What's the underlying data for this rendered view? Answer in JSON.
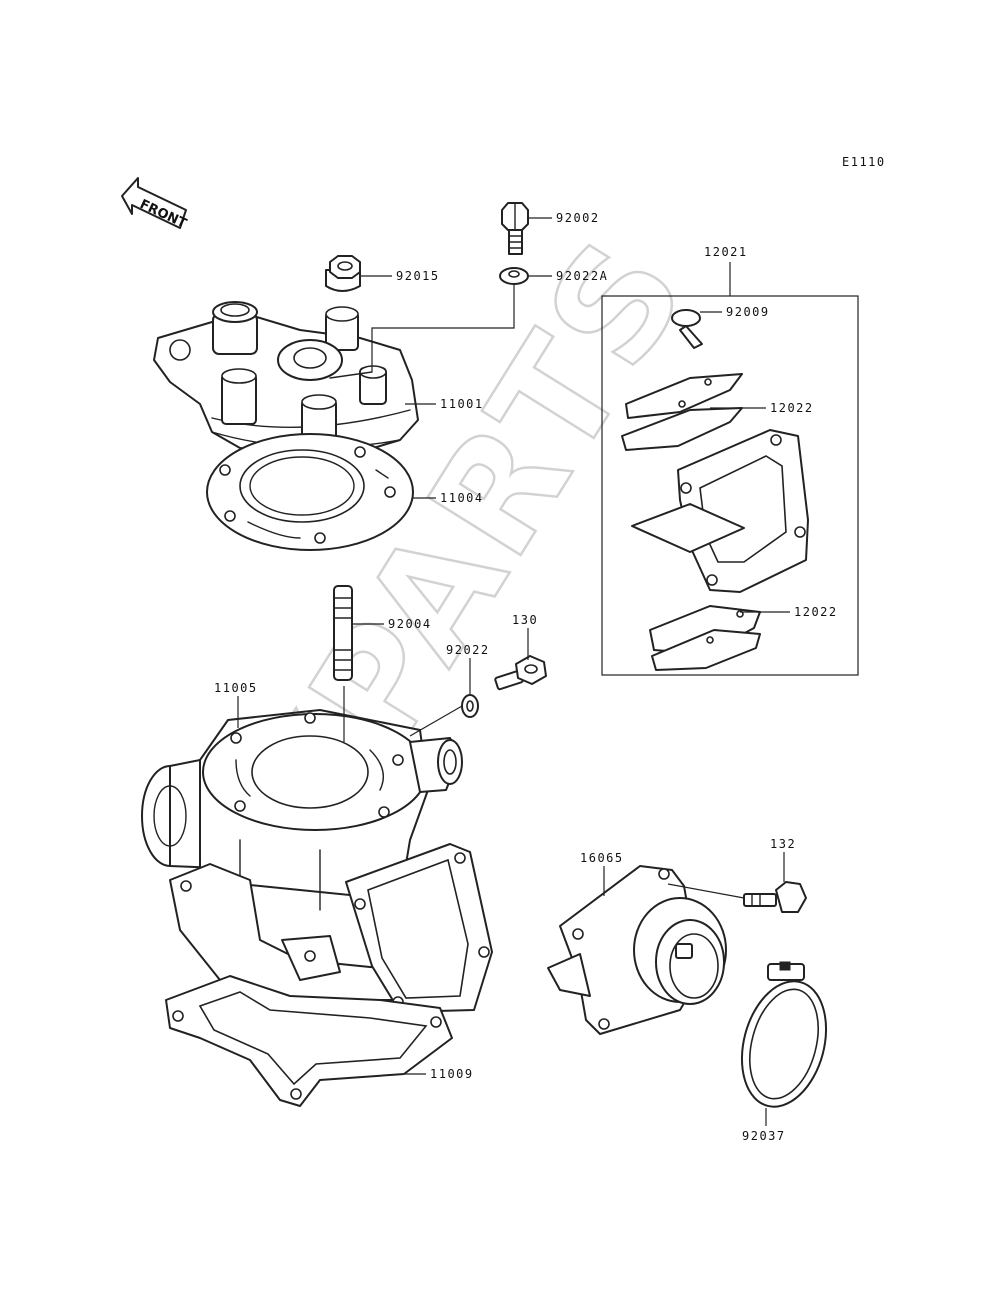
{
  "diagram_code": "E1110",
  "watermark": "XPARTS",
  "front_marker": "FRONT",
  "parts": {
    "p92002": "92002",
    "p92015": "92015",
    "p92022A": "92022A",
    "p12021": "12021",
    "p92009": "92009",
    "p11001": "11001",
    "p12022a": "12022",
    "p11004": "11004",
    "p12022b": "12022",
    "p92004": "92004",
    "p130": "130",
    "p92022": "92022",
    "p11005": "11005",
    "p16065": "16065",
    "p132": "132",
    "p11009": "11009",
    "p92037": "92037"
  }
}
